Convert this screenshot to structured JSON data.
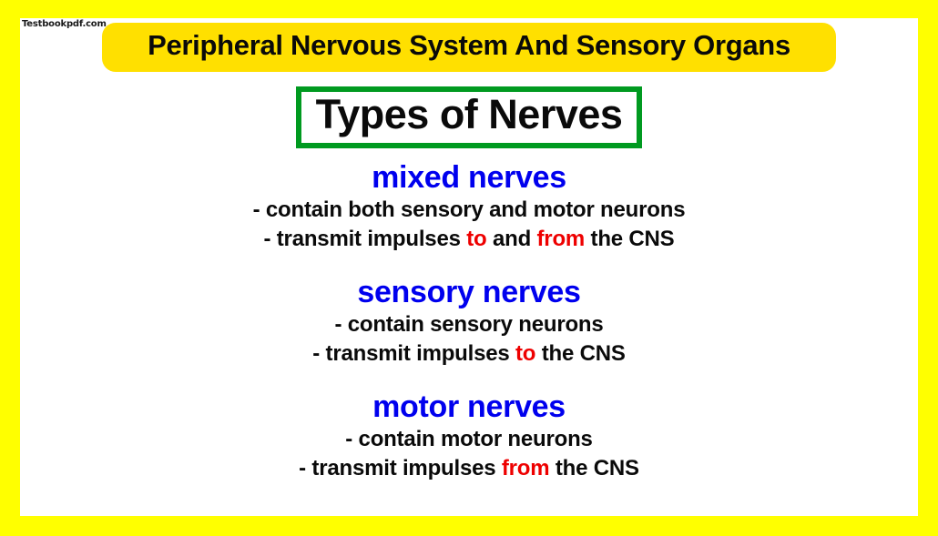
{
  "watermark": "Testbookpdf.com",
  "colors": {
    "frame_yellow": "#FFFF00",
    "banner_yellow": "#FFE000",
    "green_border": "#009A20",
    "heading_blue": "#0000EE",
    "highlight_red": "#EE0000",
    "body_black": "#0A0A0A",
    "background_white": "#FFFFFF"
  },
  "banner": {
    "title": "Peripheral Nervous System And Sensory Organs"
  },
  "subtitle_box": {
    "title": "Types of Nerves"
  },
  "sections": [
    {
      "heading": "mixed nerves",
      "lines": [
        {
          "parts": [
            {
              "text": "- contain both sensory and motor neurons",
              "highlight": false
            }
          ]
        },
        {
          "parts": [
            {
              "text": "- transmit impulses ",
              "highlight": false
            },
            {
              "text": "to",
              "highlight": true
            },
            {
              "text": " and ",
              "highlight": false
            },
            {
              "text": "from",
              "highlight": true
            },
            {
              "text": " the CNS",
              "highlight": false
            }
          ]
        }
      ]
    },
    {
      "heading": "sensory nerves",
      "lines": [
        {
          "parts": [
            {
              "text": "- contain sensory neurons",
              "highlight": false
            }
          ]
        },
        {
          "parts": [
            {
              "text": "- transmit impulses ",
              "highlight": false
            },
            {
              "text": "to",
              "highlight": true
            },
            {
              "text": " the CNS",
              "highlight": false
            }
          ]
        }
      ]
    },
    {
      "heading": "motor nerves",
      "lines": [
        {
          "parts": [
            {
              "text": "- contain motor neurons",
              "highlight": false
            }
          ]
        },
        {
          "parts": [
            {
              "text": "- transmit impulses ",
              "highlight": false
            },
            {
              "text": "from",
              "highlight": true
            },
            {
              "text": " the CNS",
              "highlight": false
            }
          ]
        }
      ]
    }
  ]
}
